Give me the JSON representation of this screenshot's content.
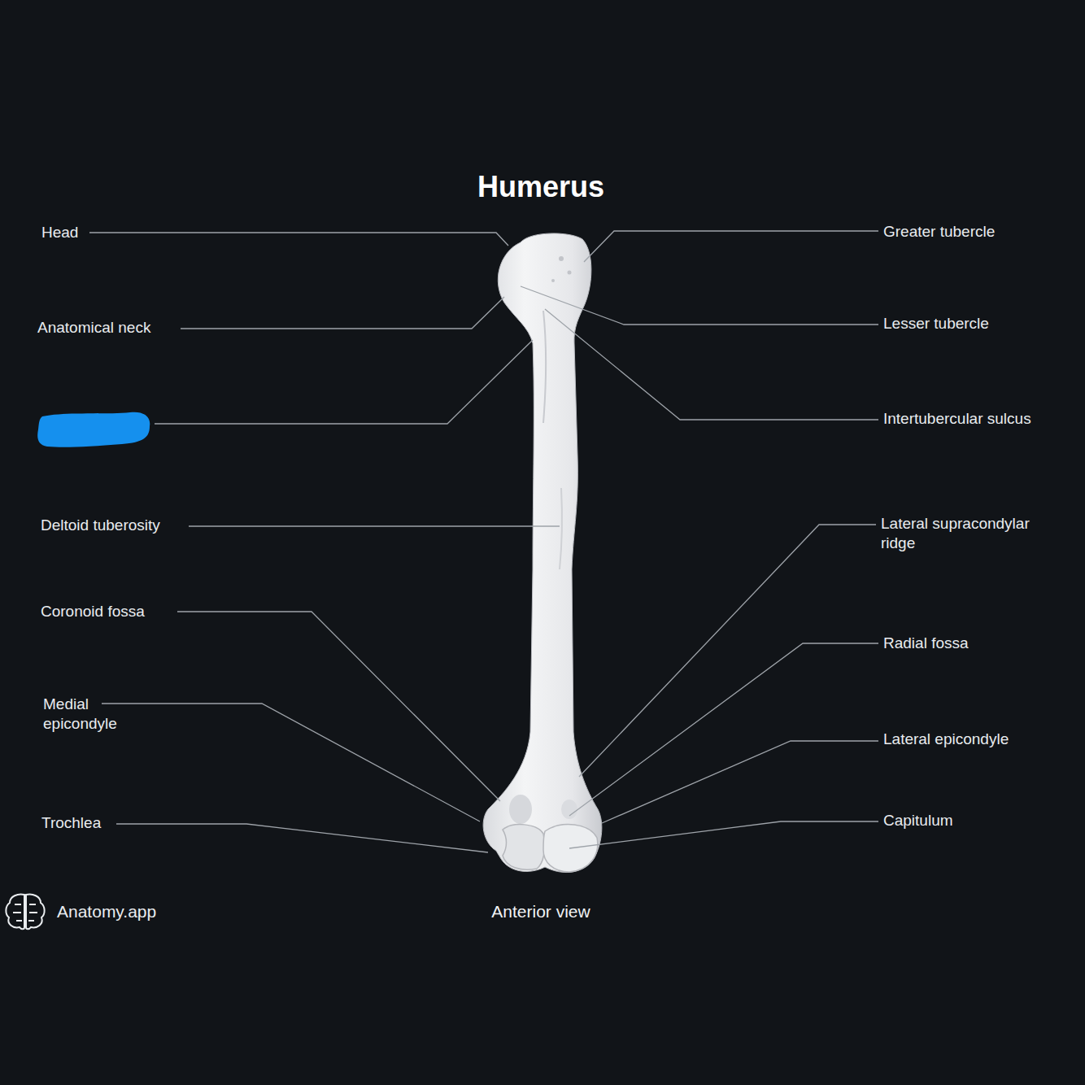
{
  "diagram": {
    "title": "Humerus",
    "caption": "Anterior view",
    "labels": [
      "Head",
      "Anatomical neck",
      "Deltoid tuberosity",
      "Coronoid fossa",
      "Medial epicondyle",
      "Trochlea",
      "Greater tubercle",
      "Lesser tubercle",
      "Intertubercular sulcus",
      "Lateral supracondylar ridge",
      "Radial fossa",
      "Lateral epicondyle",
      "Capitulum",
      "Anatomy.app"
    ]
  }
}
